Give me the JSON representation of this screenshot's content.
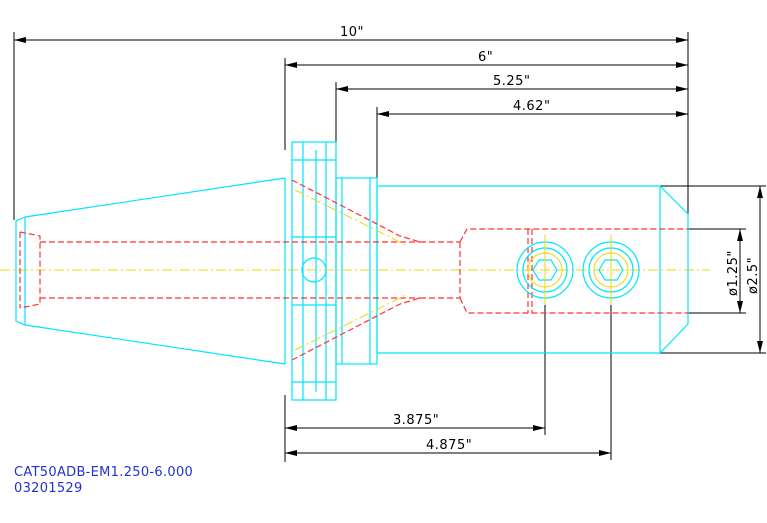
{
  "drawing": {
    "dimensions": {
      "overall_length": "10\"",
      "dim_6": "6\"",
      "dim_525": "5.25\"",
      "dim_462": "4.62\"",
      "dim_3875": "3.875\"",
      "dim_4875": "4.875\"",
      "bore_diameter": "ø1.25\"",
      "body_diameter": "ø2.5\""
    },
    "part_number": "CAT50ADB-EM1.250-6.000",
    "item_code": "03201529"
  },
  "colors": {
    "outline": "#00e5ff",
    "hidden": "#ff3333",
    "centerline": "#f2d40a",
    "dimension": "#000000",
    "caption": "#2233cc"
  }
}
